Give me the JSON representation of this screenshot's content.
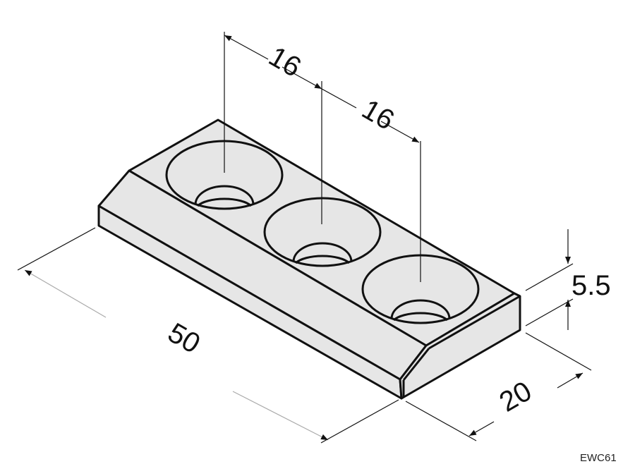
{
  "drawing": {
    "part_code": "EWC61",
    "dimensions": {
      "hole_pitch_1": "16",
      "hole_pitch_2": "16",
      "length": "50",
      "width": "20",
      "thickness": "5.5"
    },
    "hole_count": 3
  },
  "colors": {
    "face": "#e6e6e6",
    "line": "#111111"
  }
}
